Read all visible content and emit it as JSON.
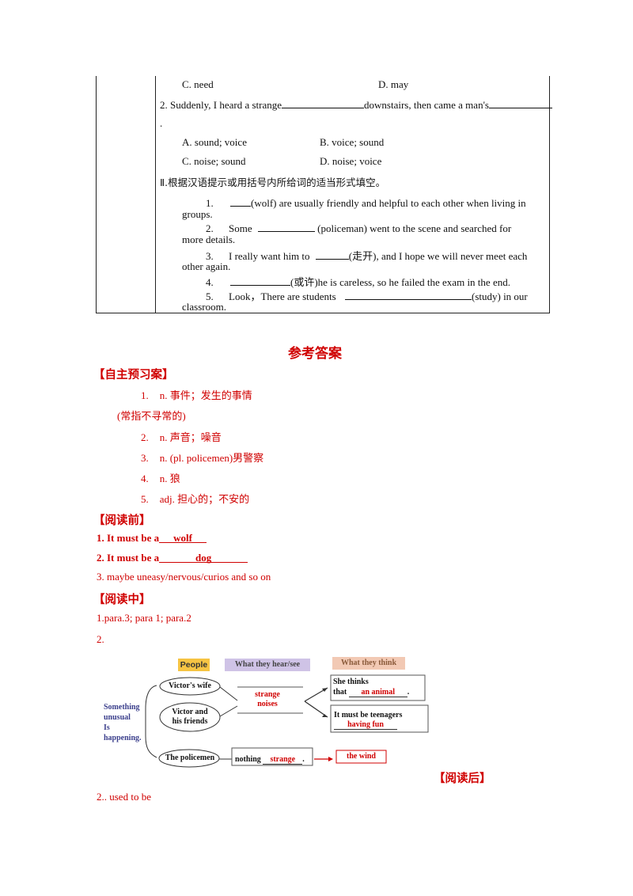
{
  "exercise": {
    "optC": "C. need",
    "optD": "D. may",
    "q2_a": "2.  Suddenly,  I  heard  a  strange",
    "q2_b": "downstairs,  then  came  a  man's",
    "q2_dot": ".",
    "q2_A": "A. sound; voice",
    "q2_B": "B. voice; sound",
    "q2_C": "C. noise; sound",
    "q2_D": "D. noise; voice",
    "section2": "Ⅱ.根据汉语提示或用括号内所给词的适当形式填空。",
    "f1_num": "1.",
    "f1_a": "(wolf) are usually friendly and helpful to each other when living in",
    "f1_b": "groups.",
    "f2_num": "2.",
    "f2_a": "Some",
    "f2_b": "(policeman) went to the scene and searched for",
    "f2_c": "more details.",
    "f3_num": "3.",
    "f3_a": "I really want him to",
    "f3_b": "(走开), and I hope we will never meet each",
    "f3_c": "other again.",
    "f4_num": "4.",
    "f4_a": "(或许)he is careless, so he failed the exam in the end.",
    "f5_num": "5.",
    "f5_a": "Look，There are students",
    "f5_b": "(study) in our",
    "f5_c": "classroom."
  },
  "answers": {
    "title": "参考答案",
    "sec1": "【自主预习案】",
    "a1_num": "1.",
    "a1": "n. 事件；发生的事情",
    "a1_cont": "(常指不寻常的)",
    "a2_num": "2.",
    "a2": "n. 声音；噪音",
    "a3_num": "3.",
    "a3": "n. (pl. policemen)男警察",
    "a4_num": "4.",
    "a4": "n. 狼",
    "a5_num": "5.",
    "a5": "adj. 担心的；不安的",
    "sec2": "【阅读前】",
    "b1": "1.  It must be a",
    "b1_ans": "wolf",
    "b2": "2. It must be a",
    "b2_ans": "dog",
    "b3": "3. maybe uneasy/nervous/curios and so on",
    "sec3": "【阅读中】",
    "c1": "1.para.3; para 1; para.2",
    "c2": "2.",
    "sec4": "【阅读后】",
    "d2": "2..  used to be"
  },
  "diagram": {
    "hdr_people": "People",
    "hdr_hear": "What they hear/see",
    "hdr_think": "What they think",
    "left1": "Something",
    "left2": "unusual",
    "left3": "Is",
    "left4": "happening.",
    "n_wife": "Victor's wife",
    "n_friends1": "Victor and",
    "n_friends2": "his friends",
    "n_police": "The policemen",
    "noise1": "strange",
    "noise2": "noises",
    "think1a": "She thinks",
    "think1b": "that",
    "think1_ans": "an animal",
    "think2a": "It must be teenagers",
    "think2_ans": "having fun",
    "nothing": "nothing",
    "nothing_ans": "strange",
    "wind": "the wind",
    "colors": {
      "people": "#f6c443",
      "hear": "#cfc3e6",
      "think": "#f2c9b4",
      "red": "#d00000",
      "lefttext": "#3b3f8c"
    }
  }
}
